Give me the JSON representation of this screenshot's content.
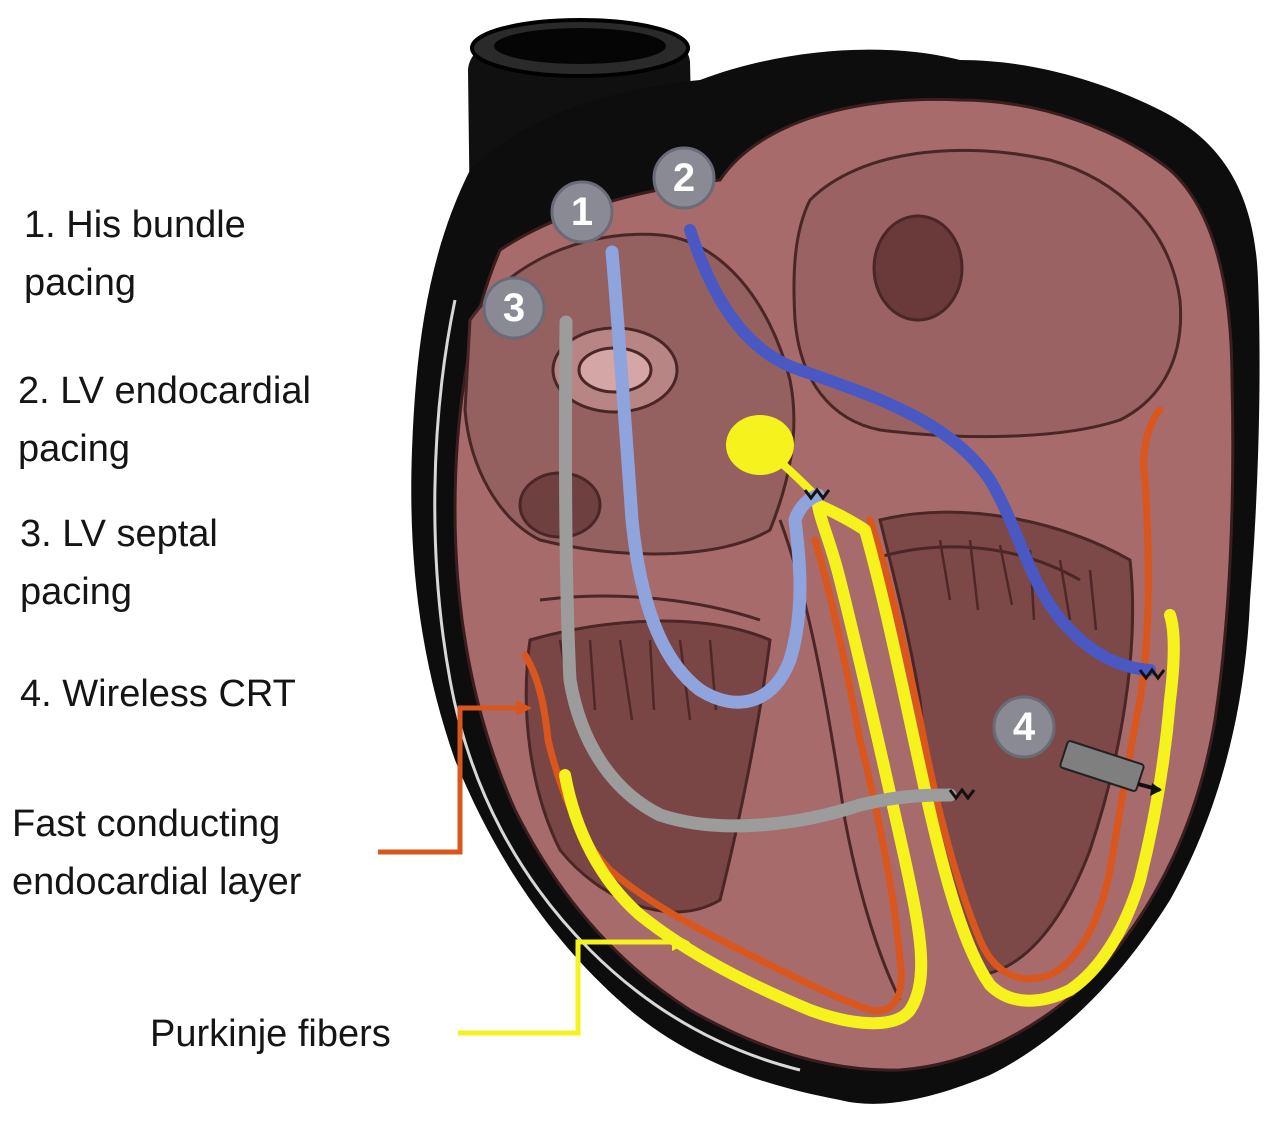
{
  "legend": {
    "item1": {
      "line1": "1. His bundle",
      "line2": "pacing"
    },
    "item2": {
      "line1": "2. LV endocardial",
      "line2": "pacing"
    },
    "item3": {
      "line1": "3. LV septal",
      "line2": "pacing"
    },
    "item4": {
      "line1": "4. Wireless CRT"
    },
    "fast": {
      "line1": "Fast conducting",
      "line2": "endocardial layer"
    },
    "purkinje": {
      "line1": "Purkinje fibers"
    }
  },
  "badges": {
    "b1": "1",
    "b2": "2",
    "b3": "3",
    "b4": "4"
  },
  "colors": {
    "his_lead": "#8fa3dc",
    "lv_endo_lead": "#4a58c4",
    "septal_lead": "#9c9c9c",
    "endocardial_layer": "#d9561c",
    "purkinje": "#f6f21e",
    "heart_tissue": "#a86b6b",
    "heart_outline": "#0d0d0d",
    "badge_fill": "#8a8a94"
  }
}
